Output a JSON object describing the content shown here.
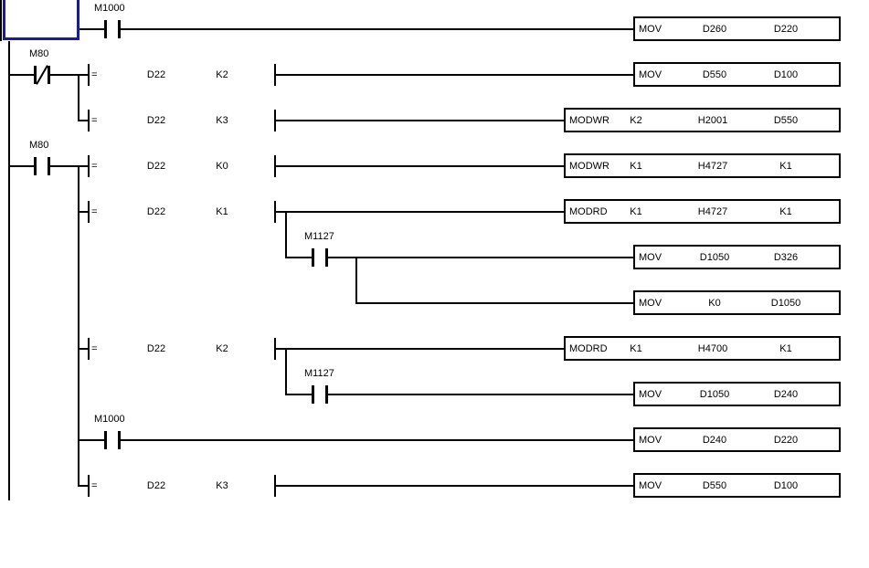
{
  "app": {
    "type": "plc-ladder-editor"
  },
  "colors": {
    "selection": "#1a1a9c",
    "wire": "#000000",
    "background": "#ffffff"
  },
  "rows": [
    {
      "contact_label": "M1000",
      "instr": "MOV",
      "op1": "D260",
      "op2": "D220"
    },
    {
      "contact_label": "M80",
      "cmp_op": "=",
      "cmp_s1": "D22",
      "cmp_s2": "K2",
      "instr": "MOV",
      "op1": "D550",
      "op2": "D100"
    },
    {
      "cmp_op": "=",
      "cmp_s1": "D22",
      "cmp_s2": "K3",
      "instr": "MODWR",
      "op1": "K2",
      "op2": "H2001",
      "op3": "D550"
    },
    {
      "contact_label": "M80",
      "cmp_op": "=",
      "cmp_s1": "D22",
      "cmp_s2": "K0",
      "instr": "MODWR",
      "op1": "K1",
      "op2": "H4727",
      "op3": "K1"
    },
    {
      "cmp_op": "=",
      "cmp_s1": "D22",
      "cmp_s2": "K1",
      "instr": "MODRD",
      "op1": "K1",
      "op2": "H4727",
      "op3": "K1"
    },
    {
      "contact_label": "M1127",
      "instr": "MOV",
      "op1": "D1050",
      "op2": "D326"
    },
    {
      "instr": "MOV",
      "op1": "K0",
      "op2": "D1050"
    },
    {
      "cmp_op": "=",
      "cmp_s1": "D22",
      "cmp_s2": "K2",
      "instr": "MODRD",
      "op1": "K1",
      "op2": "H4700",
      "op3": "K1"
    },
    {
      "contact_label": "M1127",
      "instr": "MOV",
      "op1": "D1050",
      "op2": "D240"
    },
    {
      "contact_label": "M1000",
      "instr": "MOV",
      "op1": "D240",
      "op2": "D220"
    },
    {
      "cmp_op": "=",
      "cmp_s1": "D22",
      "cmp_s2": "K3",
      "instr": "MOV",
      "op1": "D550",
      "op2": "D100"
    }
  ]
}
